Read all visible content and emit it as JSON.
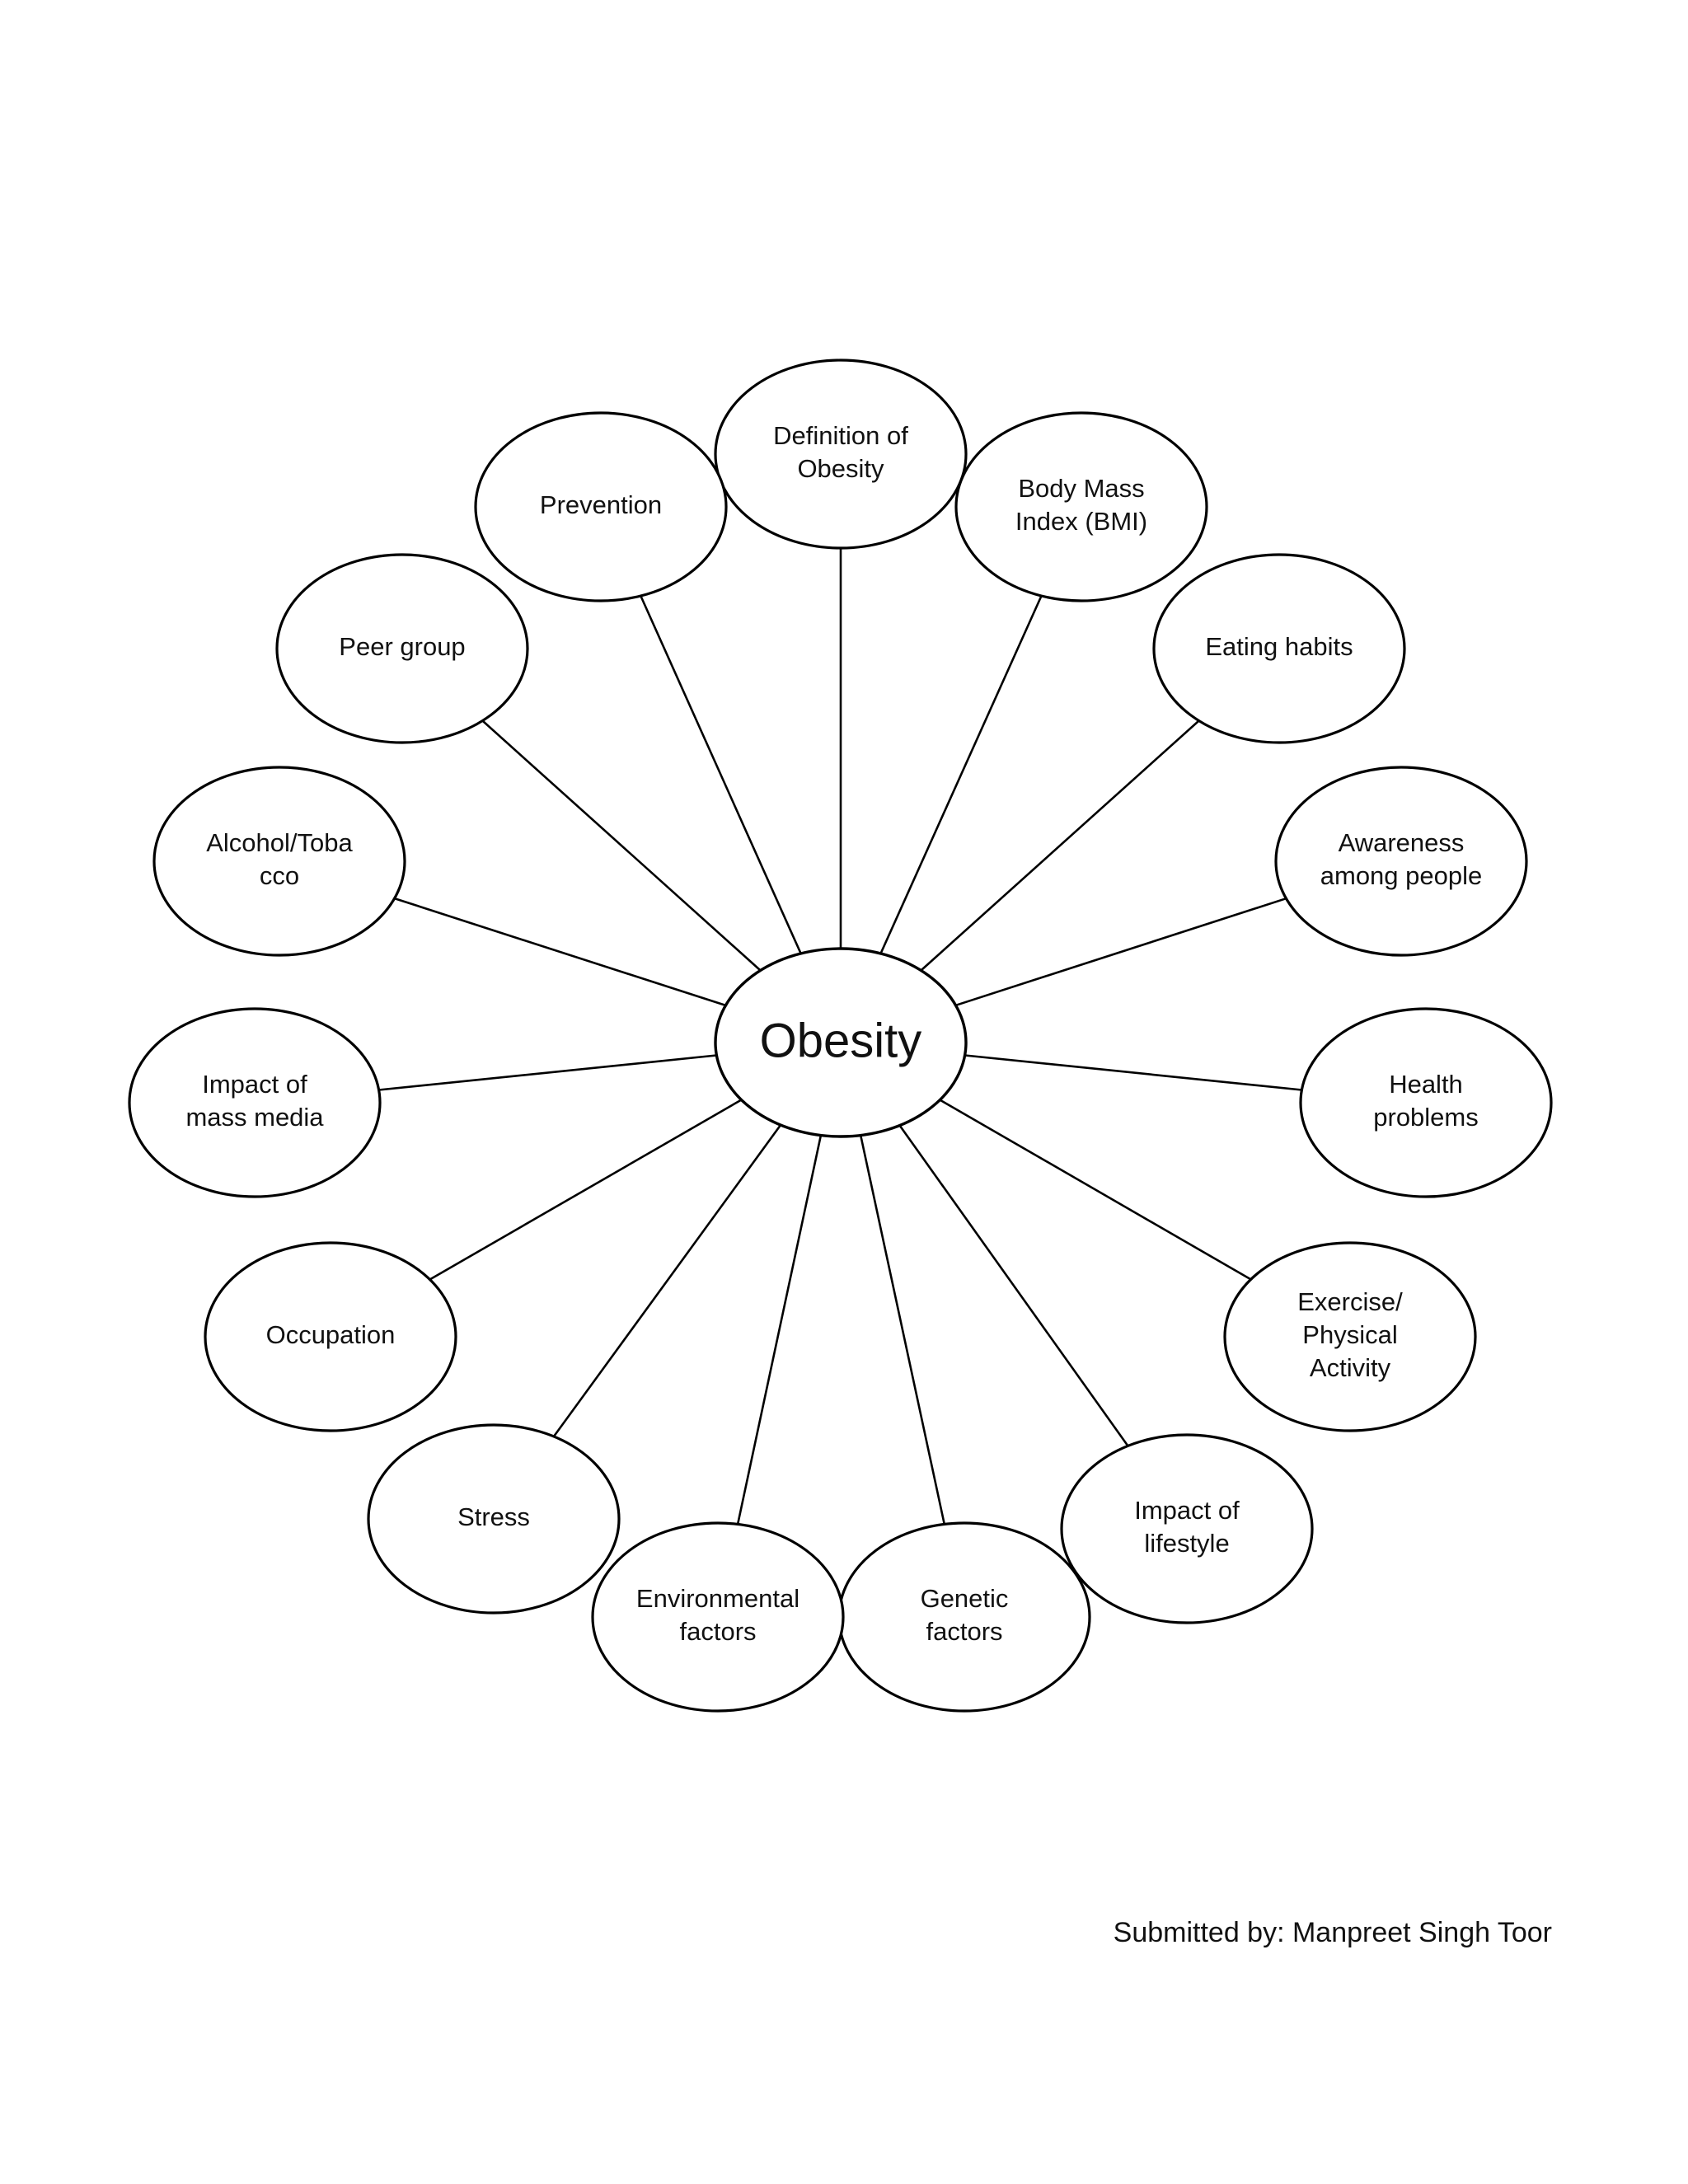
{
  "center": {
    "label": "Obesity"
  },
  "nodes": [
    {
      "id": "definition-of-obesity",
      "lines": [
        "Definition of",
        "Obesity"
      ]
    },
    {
      "id": "body-mass-index",
      "lines": [
        "Body Mass",
        "Index (BMI)"
      ]
    },
    {
      "id": "eating-habits",
      "lines": [
        "Eating habits"
      ]
    },
    {
      "id": "awareness-among-people",
      "lines": [
        "Awareness",
        "among people"
      ]
    },
    {
      "id": "health-problems",
      "lines": [
        "Health",
        "problems"
      ]
    },
    {
      "id": "exercise-physical-activity",
      "lines": [
        "Exercise/",
        "Physical",
        "Activity"
      ]
    },
    {
      "id": "impact-of-lifestyle",
      "lines": [
        "Impact of",
        "lifestyle"
      ]
    },
    {
      "id": "genetic-factors",
      "lines": [
        "Genetic",
        "factors"
      ]
    },
    {
      "id": "environmental-factors",
      "lines": [
        "Environmental",
        "factors"
      ]
    },
    {
      "id": "stress",
      "lines": [
        "Stress"
      ]
    },
    {
      "id": "occupation",
      "lines": [
        "Occupation"
      ]
    },
    {
      "id": "impact-of-mass-media",
      "lines": [
        "Impact of",
        "mass media"
      ]
    },
    {
      "id": "alcohol-tobacco",
      "lines": [
        "Alcohol/Toba",
        "cco"
      ]
    },
    {
      "id": "peer-group",
      "lines": [
        "Peer group"
      ]
    },
    {
      "id": "prevention",
      "lines": [
        "Prevention"
      ]
    }
  ],
  "footer": {
    "credit": "Submitted by: Manpreet Singh Toor"
  }
}
